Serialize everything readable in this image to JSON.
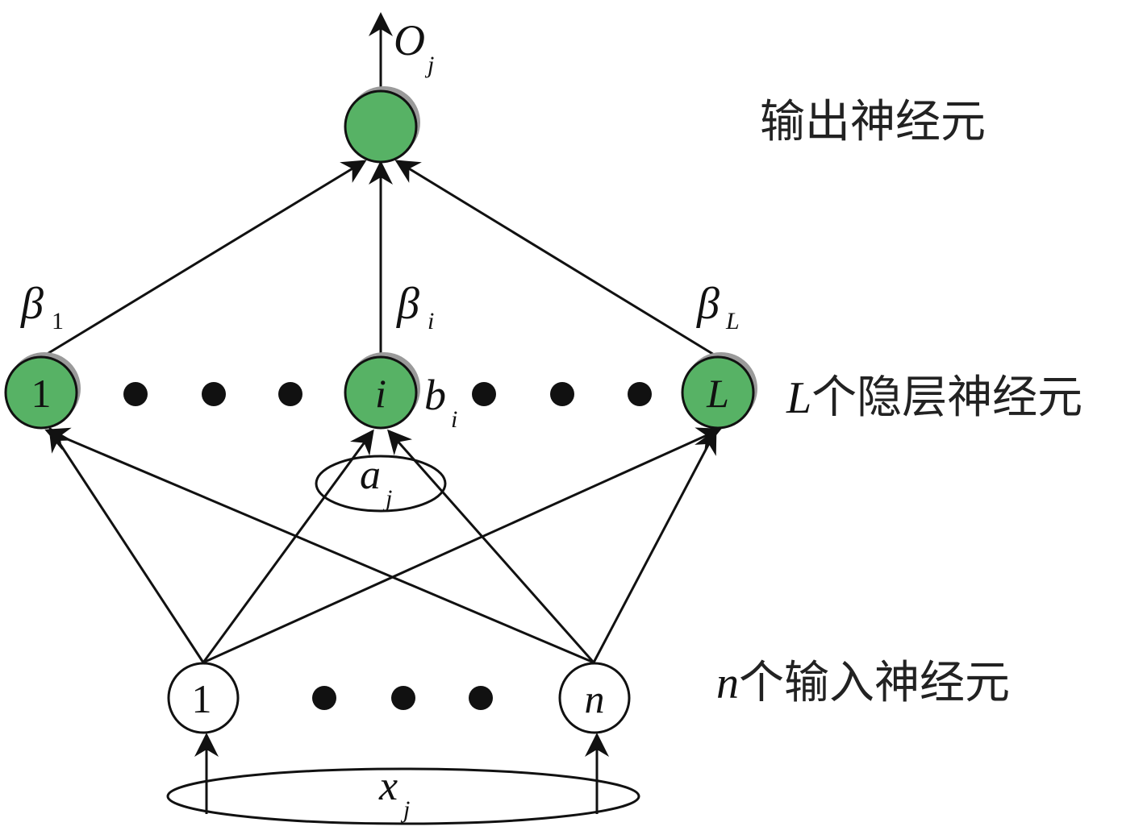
{
  "labels": {
    "output": "输出神经元",
    "hidden": "个隐层神经元",
    "hidden_var": "L",
    "input": "个输入神经元",
    "input_var": "n"
  },
  "nodes": {
    "output": {
      "sym": "O",
      "sub": "j"
    },
    "hidden_first": "1",
    "hidden_mid": "i",
    "hidden_last": "L",
    "input_first": "1",
    "input_last": "n"
  },
  "weights": {
    "beta_first": {
      "sym": "β",
      "sub": "1"
    },
    "beta_mid": {
      "sym": "β",
      "sub": "i"
    },
    "beta_last": {
      "sym": "β",
      "sub": "L"
    }
  },
  "bias": {
    "sym": "b",
    "sub": "i"
  },
  "input_weight": {
    "sym": "a",
    "sub": "j"
  },
  "input_vector": {
    "sym": "x",
    "sub": "j"
  },
  "colors": {
    "hidden_fill": "#57b265",
    "output_fill": "#57b265",
    "input_fill": "#ffffff",
    "stroke": "#111111"
  }
}
